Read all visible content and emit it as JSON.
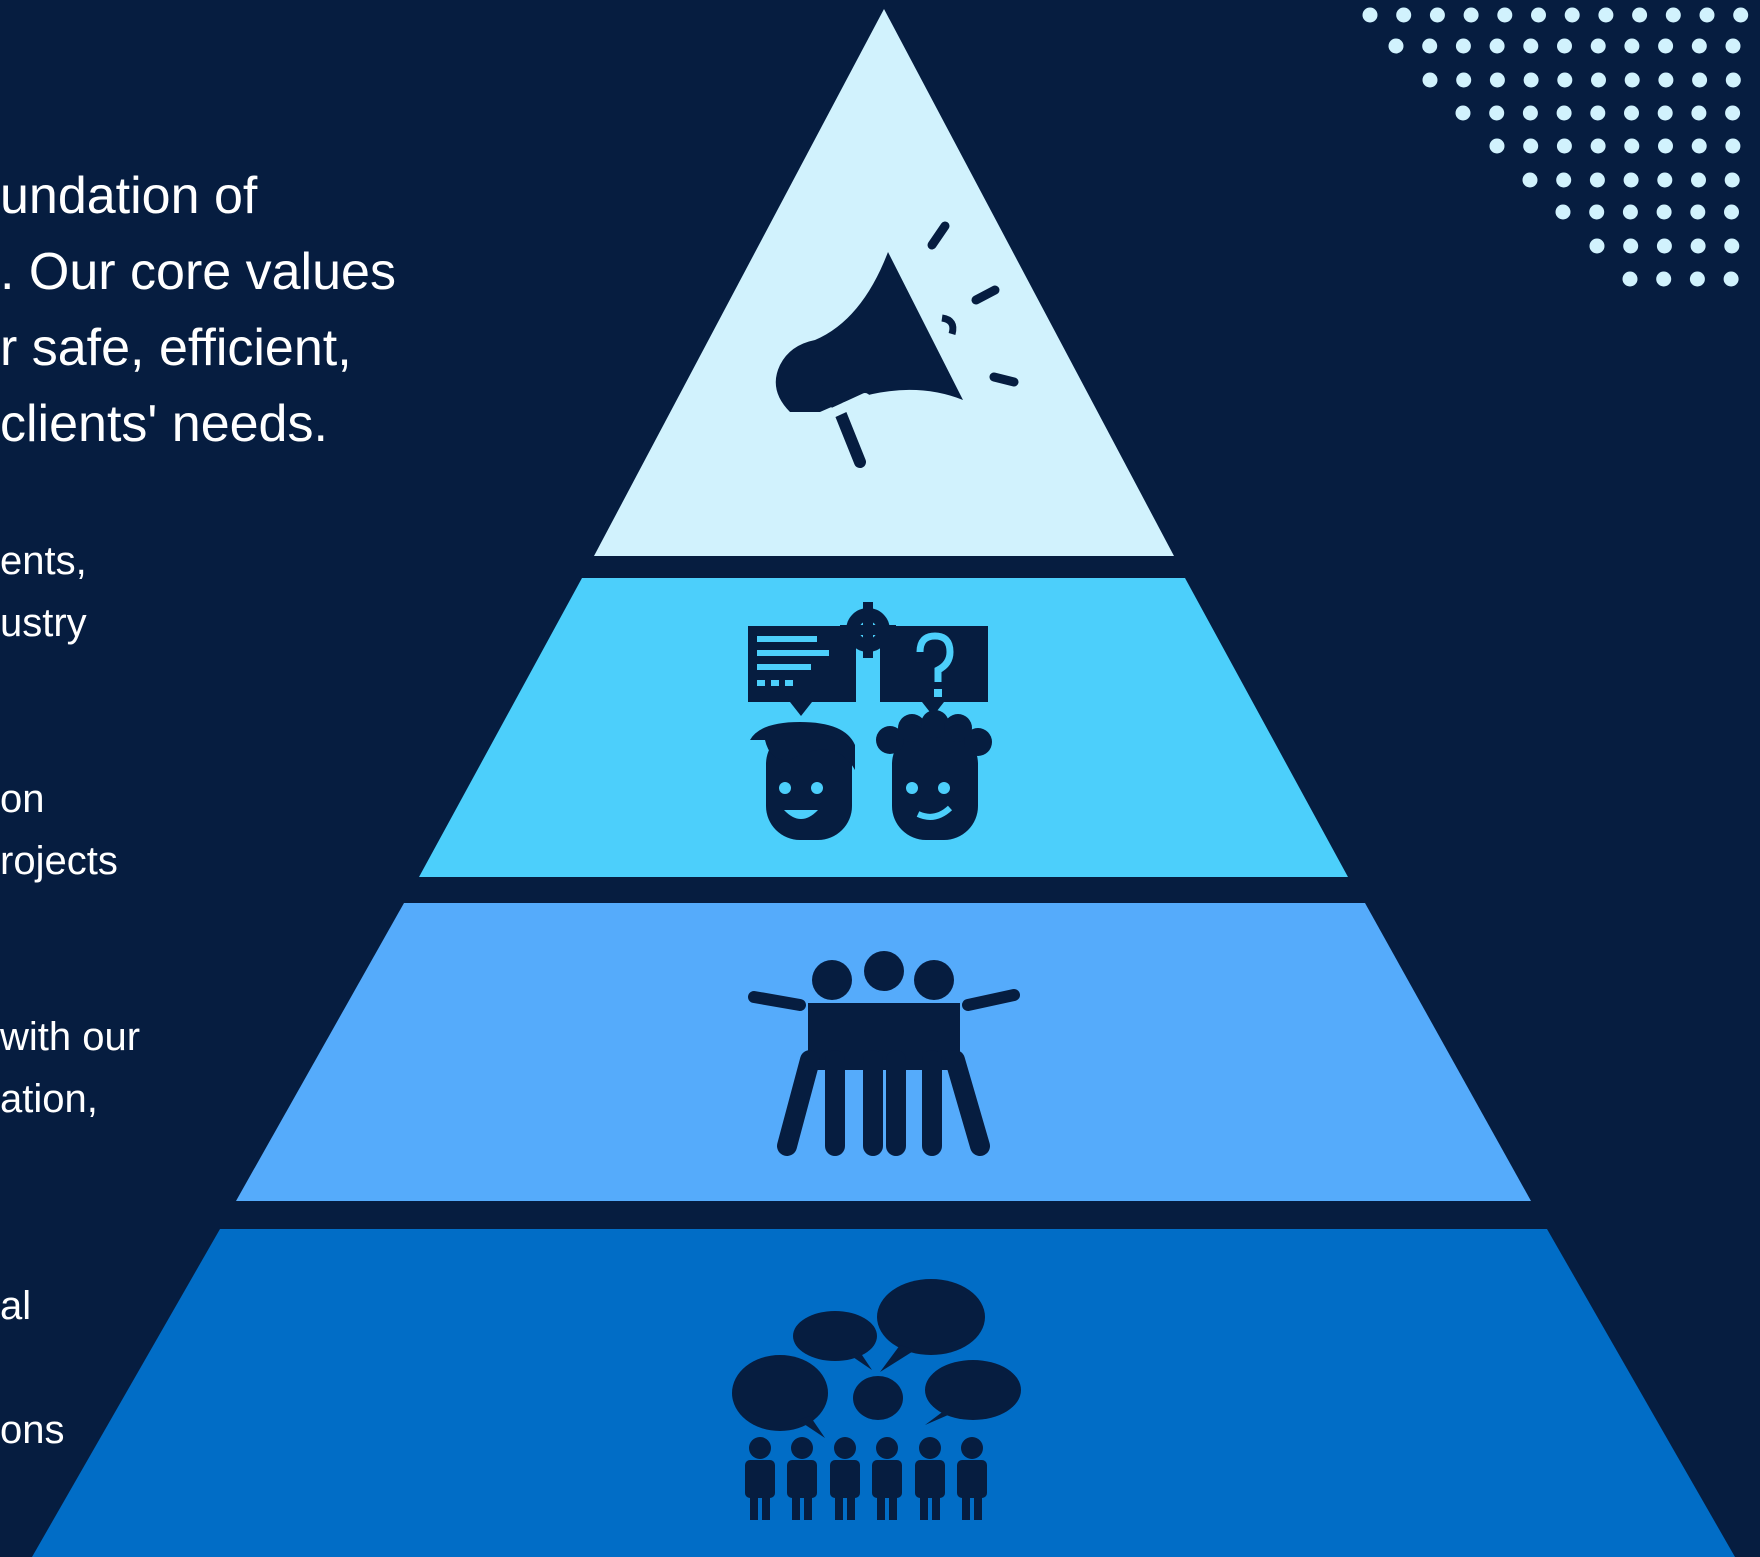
{
  "intro_lines": [
    "undation of",
    ". Our core values",
    "r safe, efficient,",
    "clients' needs."
  ],
  "tiers": [
    {
      "name": "announce",
      "icon": "megaphone-icon",
      "color": "#d1f2fd",
      "lines": [
        "ents,",
        "ustry"
      ]
    },
    {
      "name": "collaborate",
      "icon": "discussion-icon",
      "color": "#4ccffb",
      "lines": [
        " on",
        "rojects"
      ]
    },
    {
      "name": "team",
      "icon": "team-hug-icon",
      "color": "#55abfb",
      "lines": [
        "with our",
        "ation,"
      ]
    },
    {
      "name": "community",
      "icon": "crowd-speech-icon",
      "color": "#016dc6",
      "lines": [
        "al",
        "ons"
      ]
    }
  ],
  "colors": {
    "background": "#061d40",
    "icon": "#061d40",
    "dots": "#d1f2fd",
    "text": "#ffffff"
  }
}
